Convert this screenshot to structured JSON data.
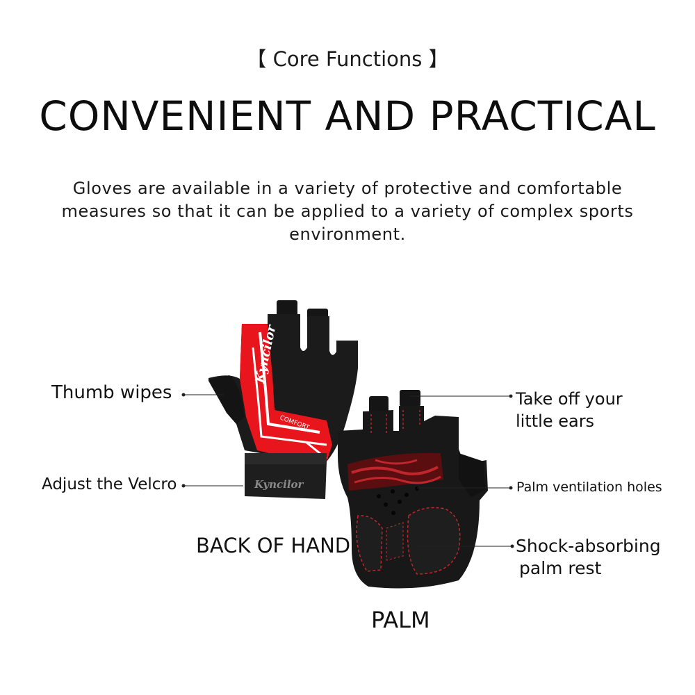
{
  "header": {
    "kicker": "【 Core Functions 】",
    "headline": "CONVENIENT AND PRACTICAL",
    "description": "Gloves are available in a variety of protective and comfortable measures so that it can be applied to a variety of complex sports environment."
  },
  "brand": {
    "name": "Kyncilor",
    "tagline": "COMFORT"
  },
  "callouts": {
    "thumb": "Thumb wipes",
    "velcro": "Adjust the Velcro",
    "ears_line1": "Take off your",
    "ears_line2": "little ears",
    "ventilation": "Palm ventilation holes",
    "shock_line1": "Shock-absorbing",
    "shock_line2": "palm rest"
  },
  "captions": {
    "back": "BACK OF HAND",
    "palm": "PALM"
  },
  "colors": {
    "accent_red": "#e8161c",
    "glove_black": "#111111",
    "stitch_red": "#c0262b"
  }
}
